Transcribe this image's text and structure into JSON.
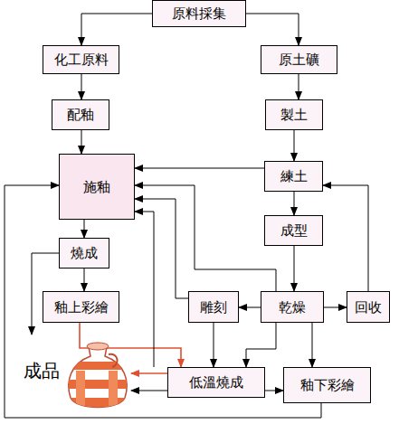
{
  "diagram": {
    "nodes": [
      {
        "text": [
          "原料採集"
        ]
      },
      {
        "text": [
          "化工原料"
        ]
      },
      {
        "text": [
          "原土礦"
        ]
      },
      {
        "text": [
          "配釉"
        ]
      },
      {
        "text": [
          "製土"
        ]
      },
      {
        "text": [
          "施釉"
        ]
      },
      {
        "text": [
          "練土"
        ]
      },
      {
        "text": [
          "成型"
        ]
      },
      {
        "text": [
          "燒成"
        ]
      },
      {
        "text": [
          "釉上彩繪"
        ]
      },
      {
        "text": [
          "雕刻"
        ]
      },
      {
        "text": [
          "乾燥"
        ]
      },
      {
        "text": [
          "回收"
        ]
      },
      {
        "text": [
          "成品"
        ]
      },
      {
        "text": [
          "低溫燒成"
        ]
      },
      {
        "text": [
          "釉下彩繪"
        ]
      }
    ],
    "edges": [
      {
        "from": 0,
        "to": 1,
        "arrow": "to"
      },
      {
        "from": 0,
        "to": 2,
        "arrow": "to"
      },
      {
        "from": 1,
        "to": 3,
        "arrow": "to"
      },
      {
        "from": 3,
        "to": 5,
        "arrow": "to"
      },
      {
        "from": 2,
        "to": 4,
        "arrow": "to"
      },
      {
        "from": 4,
        "to": 6,
        "arrow": "to"
      },
      {
        "from": 6,
        "to": 7,
        "arrow": "to"
      },
      {
        "from": 7,
        "to": 11,
        "arrow": "to"
      },
      {
        "from": 6,
        "to": 5,
        "arrow": "to"
      },
      {
        "from": 5,
        "to": 8,
        "arrow": "to"
      },
      {
        "from": 8,
        "to": 9,
        "arrow": "to"
      },
      {
        "from": 8,
        "to": 13,
        "arrow": "to"
      },
      {
        "from": 9,
        "to": 14,
        "arrow": "to"
      },
      {
        "from": 14,
        "to": 13,
        "arrow": "to"
      },
      {
        "from": 14,
        "to": 13,
        "arrow": "to"
      },
      {
        "from": 14,
        "to": 15,
        "arrow": "to"
      },
      {
        "from": 11,
        "to": 12,
        "arrow": "to"
      },
      {
        "from": 12,
        "to": 6,
        "arrow": "to"
      },
      {
        "from": 11,
        "to": 10,
        "arrow": "to"
      },
      {
        "from": 11,
        "to": 5,
        "arrow": "to"
      },
      {
        "from": 10,
        "to": 5,
        "arrow": "to"
      },
      {
        "from": 14,
        "to": 5,
        "arrow": "to"
      },
      {
        "from": 11,
        "to": 14,
        "arrow": "to"
      },
      {
        "from": 10,
        "to": 14,
        "arrow": "to"
      },
      {
        "from": 11,
        "to": 15,
        "arrow": "to"
      },
      {
        "from": 15,
        "to": 5,
        "arrow": "to"
      }
    ]
  }
}
